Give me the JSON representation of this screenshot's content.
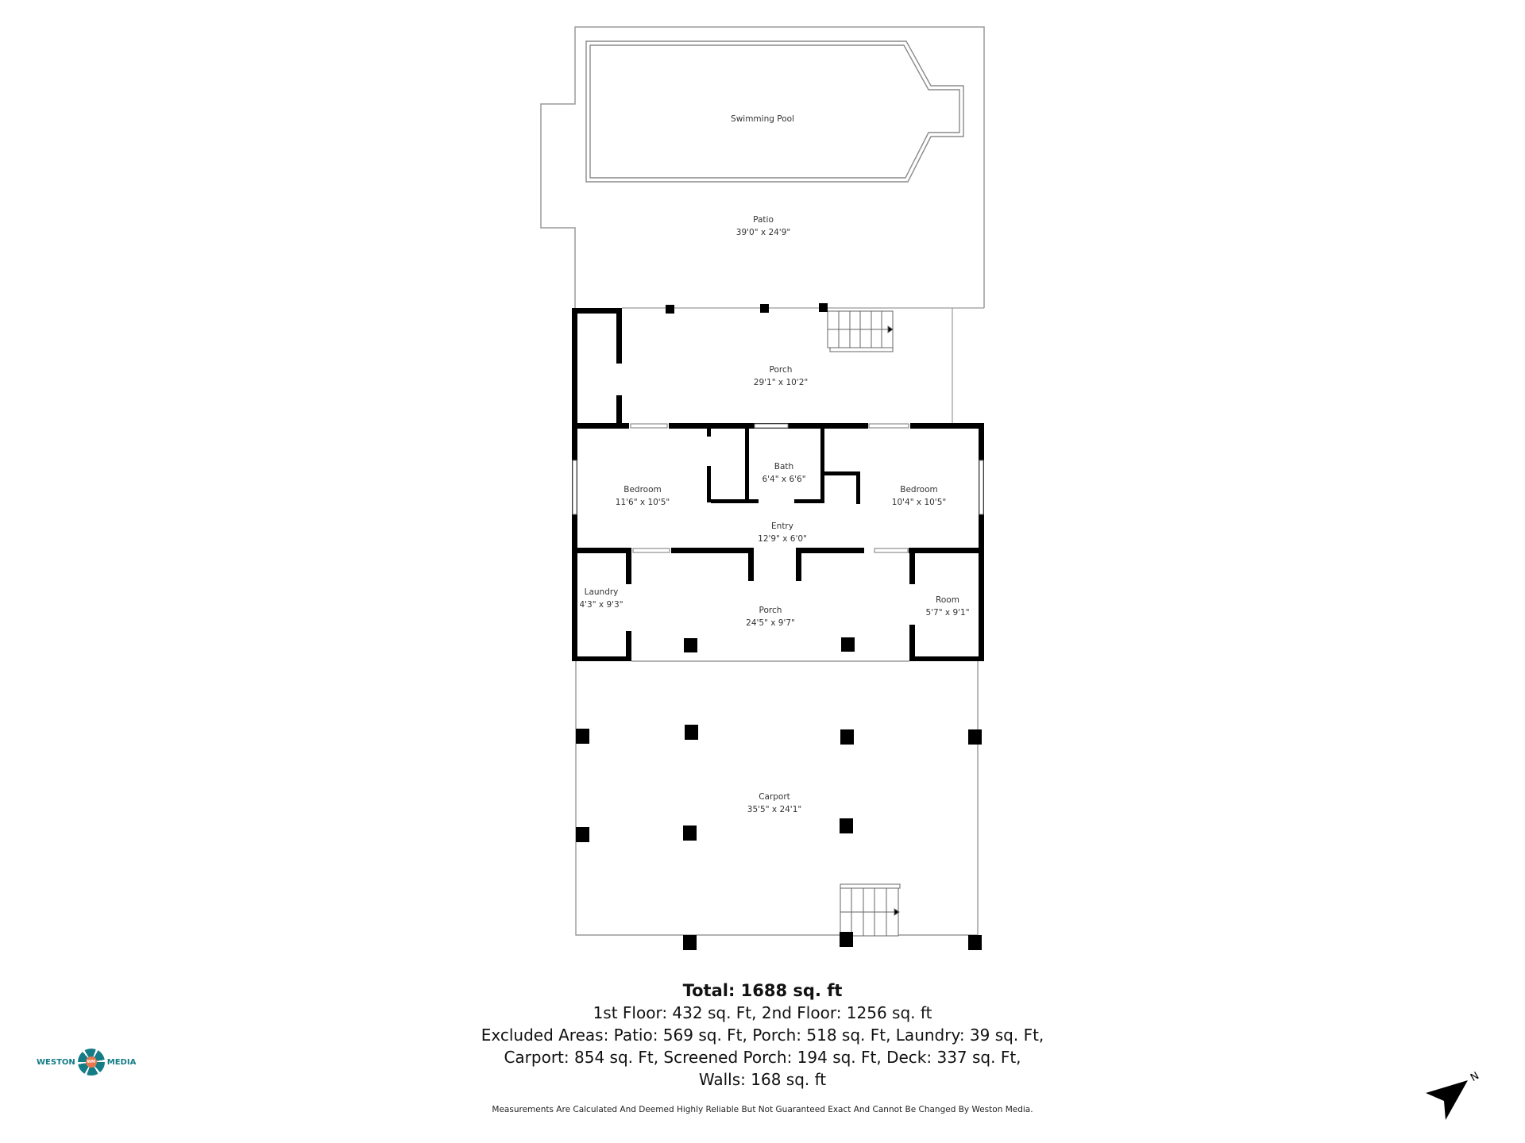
{
  "rooms": {
    "pool": {
      "name": "Swimming Pool"
    },
    "patio": {
      "name": "Patio",
      "dims": "39'0\" x 24'9\""
    },
    "porch_upper": {
      "name": "Porch",
      "dims": "29'1\" x 10'2\""
    },
    "bedroom_left": {
      "name": "Bedroom",
      "dims": "11'6\" x 10'5\""
    },
    "bath": {
      "name": "Bath",
      "dims": "6'4\" x 6'6\""
    },
    "bedroom_right": {
      "name": "Bedroom",
      "dims": "10'4\" x 10'5\""
    },
    "entry": {
      "name": "Entry",
      "dims": "12'9\" x 6'0\""
    },
    "laundry": {
      "name": "Laundry",
      "dims": "4'3\" x 9'3\""
    },
    "porch_lower": {
      "name": "Porch",
      "dims": "24'5\" x 9'7\""
    },
    "room": {
      "name": "Room",
      "dims": "5'7\" x 9'1\""
    },
    "carport": {
      "name": "Carport",
      "dims": "35'5\" x 24'1\""
    }
  },
  "summary": {
    "total": "Total: 1688 sq. ft",
    "floors": "1st Floor: 432 sq. Ft, 2nd Floor: 1256 sq. ft",
    "excluded_1": "Excluded Areas: Patio: 569 sq. Ft, Porch: 518 sq. Ft, Laundry: 39 sq. Ft,",
    "excluded_2": "Carport: 854 sq. Ft, Screened Porch: 194 sq. Ft, Deck: 337 sq. Ft,",
    "walls": "Walls: 168 sq. ft"
  },
  "disclaimer": "Measurements Are Calculated And Deemed Highly Reliable But Not Guaranteed Exact And Cannot Be Changed By Weston Media.",
  "logo": {
    "left": "WESTON",
    "right": "MEDIA",
    "mark": "WM"
  },
  "compass": {
    "label": "N",
    "icon": "north-arrow-icon"
  },
  "colors": {
    "wall": "#000000",
    "outline": "#9a9a9a",
    "brand_teal": "#137c86",
    "brand_orange": "#e8774d"
  }
}
